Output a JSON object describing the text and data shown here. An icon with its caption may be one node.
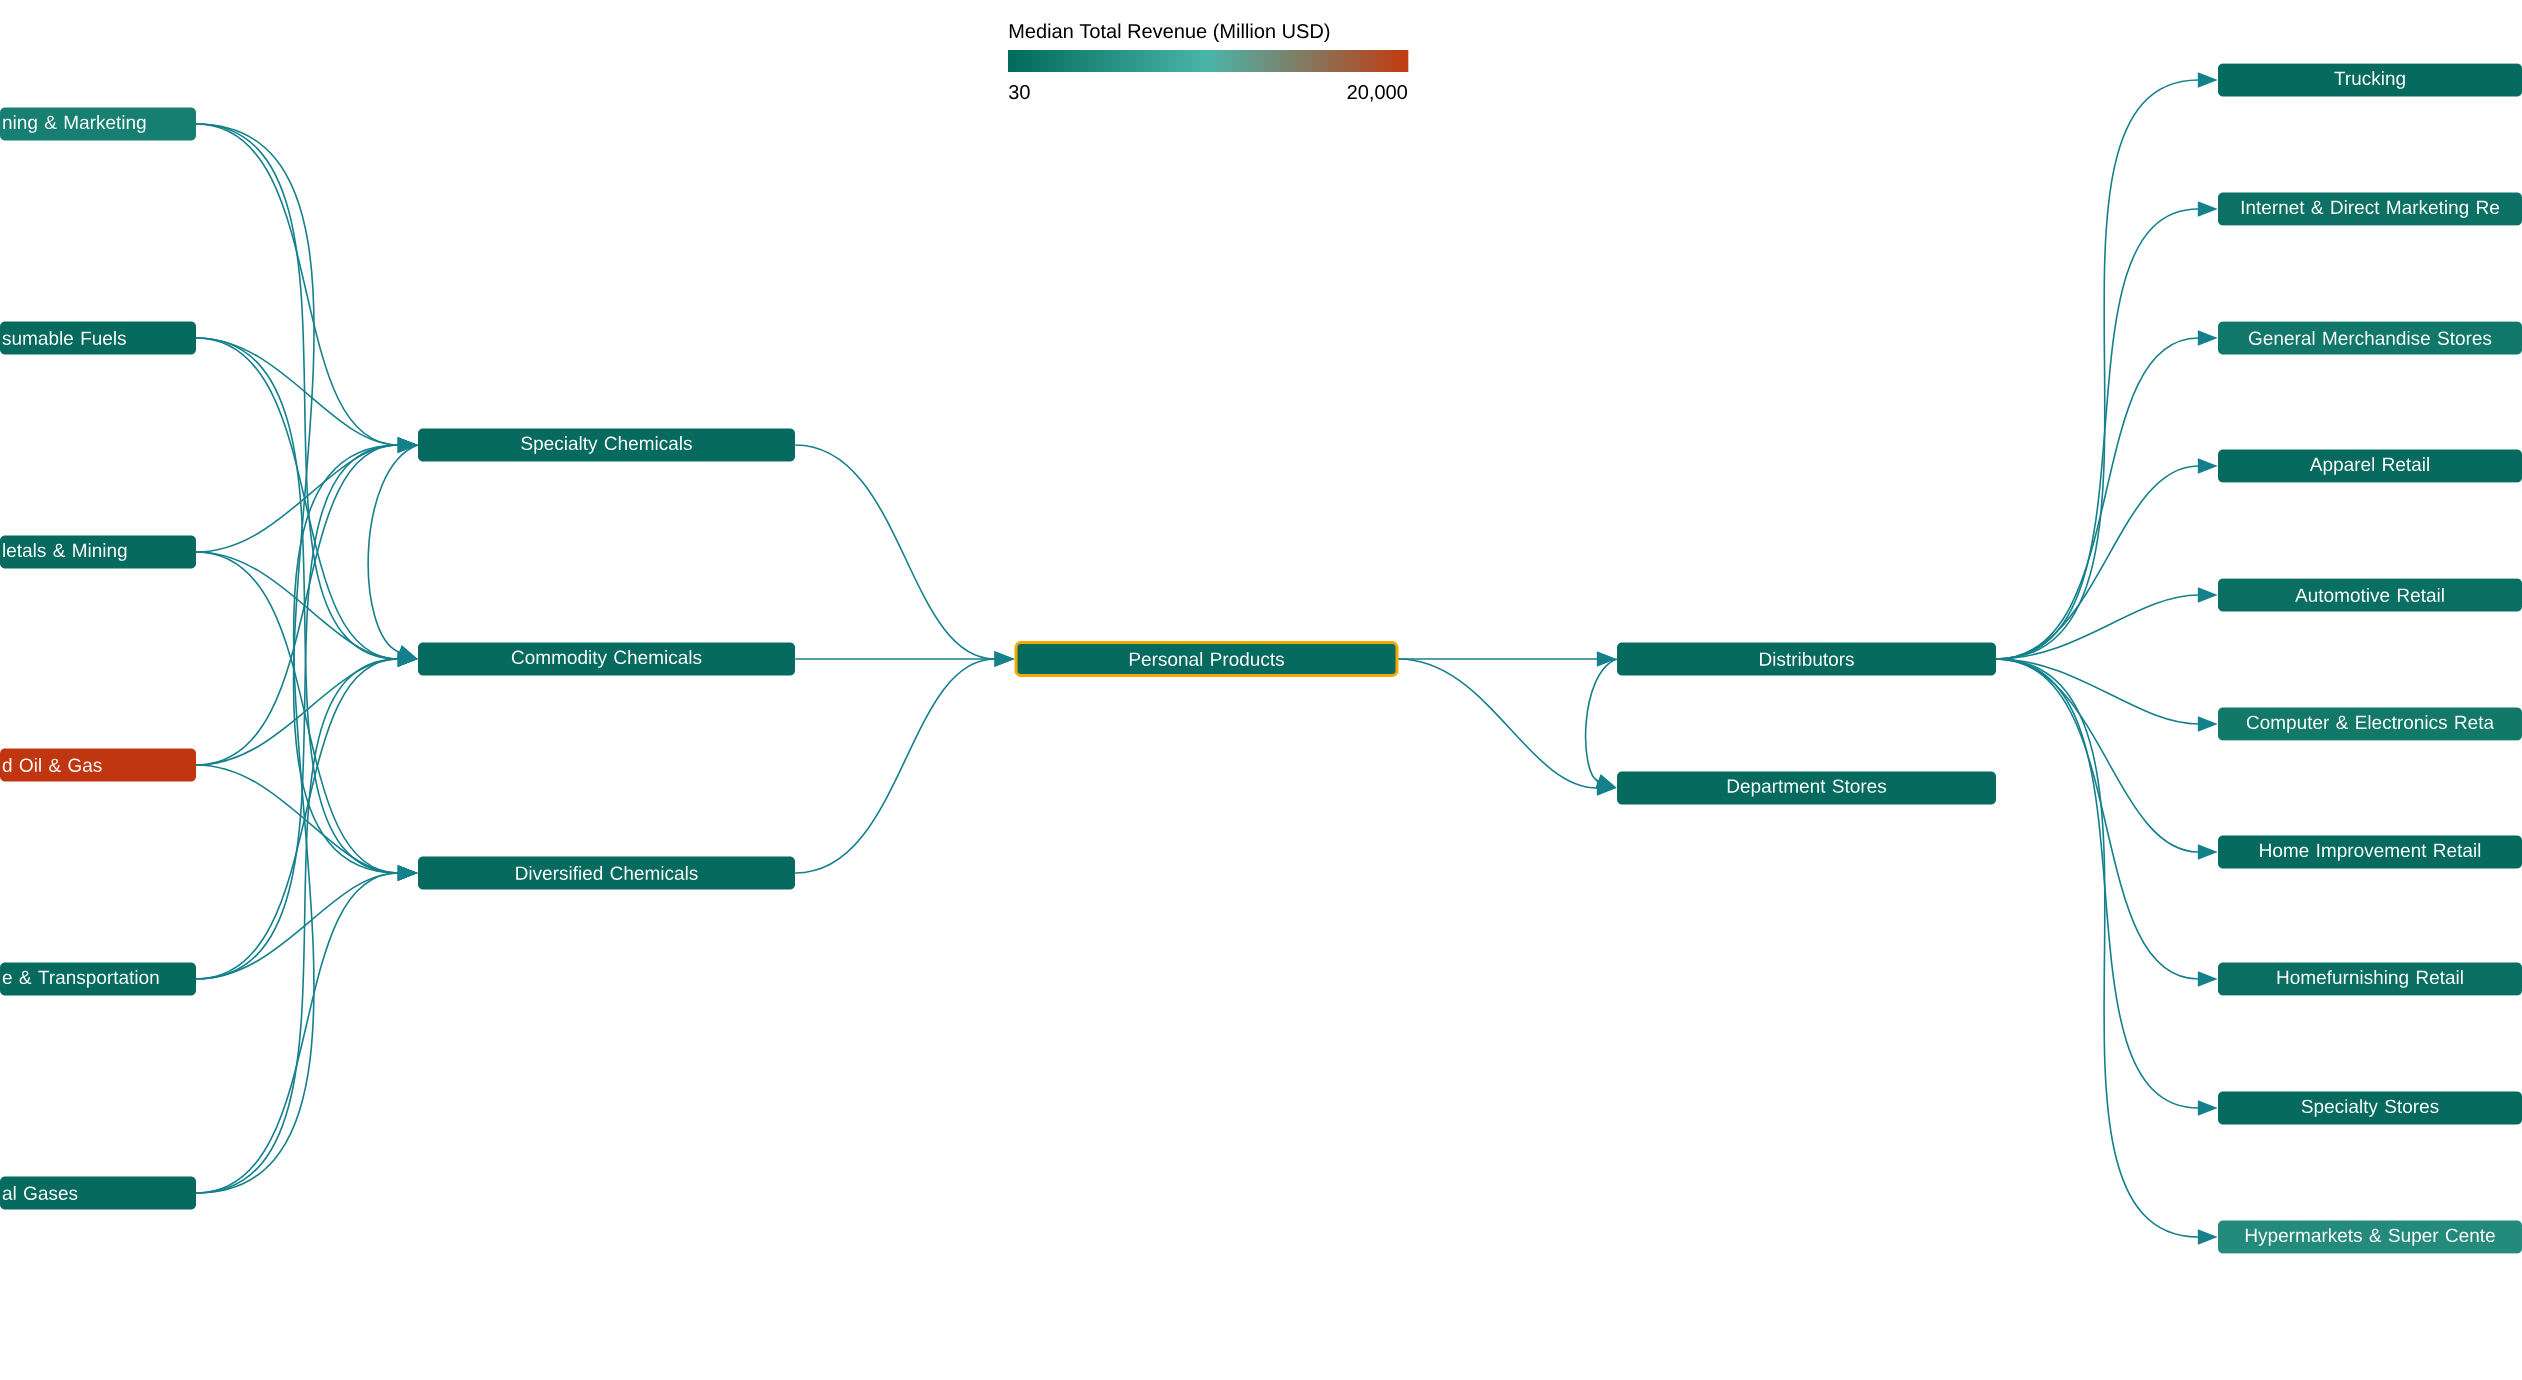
{
  "diagram": {
    "nodes": [
      {
        "text": [
          "ning & Marketing"
        ]
      },
      {
        "text": [
          "sumable Fuels"
        ]
      },
      {
        "text": [
          "letals & Mining"
        ]
      },
      {
        "text": [
          "d Oil & Gas"
        ]
      },
      {
        "text": [
          "e & Transportation"
        ]
      },
      {
        "text": [
          "al Gases"
        ]
      },
      {
        "text": [
          "Specialty Chemicals"
        ]
      },
      {
        "text": [
          "Commodity Chemicals"
        ]
      },
      {
        "text": [
          "Diversified Chemicals"
        ]
      },
      {
        "text": [
          "Personal Products"
        ]
      },
      {
        "text": [
          "Distributors"
        ]
      },
      {
        "text": [
          "Department Stores"
        ]
      },
      {
        "text": [
          "Trucking"
        ]
      },
      {
        "text": [
          "Internet & Direct Marketing Re"
        ]
      },
      {
        "text": [
          "General Merchandise Stores"
        ]
      },
      {
        "text": [
          "Apparel Retail"
        ]
      },
      {
        "text": [
          "Automotive Retail"
        ]
      },
      {
        "text": [
          "Computer & Electronics Reta"
        ]
      },
      {
        "text": [
          "Home Improvement Retail"
        ]
      },
      {
        "text": [
          "Homefurnishing Retail"
        ]
      },
      {
        "text": [
          "Specialty Stores"
        ]
      },
      {
        "text": [
          "Hypermarkets & Super Cente"
        ]
      }
    ],
    "edges": [
      {
        "from": 0,
        "to": 6,
        "arrow": "to"
      },
      {
        "from": 0,
        "to": 7,
        "arrow": "to"
      },
      {
        "from": 0,
        "to": 8,
        "arrow": "to"
      },
      {
        "from": 1,
        "to": 6,
        "arrow": "to"
      },
      {
        "from": 1,
        "to": 7,
        "arrow": "to"
      },
      {
        "from": 1,
        "to": 8,
        "arrow": "to"
      },
      {
        "from": 2,
        "to": 6,
        "arrow": "to"
      },
      {
        "from": 2,
        "to": 7,
        "arrow": "to"
      },
      {
        "from": 2,
        "to": 8,
        "arrow": "to"
      },
      {
        "from": 3,
        "to": 6,
        "arrow": "to"
      },
      {
        "from": 3,
        "to": 7,
        "arrow": "to"
      },
      {
        "from": 3,
        "to": 8,
        "arrow": "to"
      },
      {
        "from": 4,
        "to": 6,
        "arrow": "to"
      },
      {
        "from": 4,
        "to": 7,
        "arrow": "to"
      },
      {
        "from": 4,
        "to": 8,
        "arrow": "to"
      },
      {
        "from": 5,
        "to": 6,
        "arrow": "to"
      },
      {
        "from": 5,
        "to": 7,
        "arrow": "to"
      },
      {
        "from": 5,
        "to": 8,
        "arrow": "to"
      },
      {
        "from": 6,
        "to": 7,
        "arrow": "to"
      },
      {
        "from": 6,
        "to": 9,
        "arrow": "to"
      },
      {
        "from": 7,
        "to": 9,
        "arrow": "to"
      },
      {
        "from": 8,
        "to": 9,
        "arrow": "to"
      },
      {
        "from": 9,
        "to": 10,
        "arrow": "to"
      },
      {
        "from": 9,
        "to": 11,
        "arrow": "to"
      },
      {
        "from": 10,
        "to": 11,
        "arrow": "to"
      },
      {
        "from": 10,
        "to": 12,
        "arrow": "to"
      },
      {
        "from": 10,
        "to": 13,
        "arrow": "to"
      },
      {
        "from": 10,
        "to": 14,
        "arrow": "to"
      },
      {
        "from": 10,
        "to": 15,
        "arrow": "to"
      },
      {
        "from": 10,
        "to": 16,
        "arrow": "to"
      },
      {
        "from": 10,
        "to": 17,
        "arrow": "to"
      },
      {
        "from": 10,
        "to": 18,
        "arrow": "to"
      },
      {
        "from": 10,
        "to": 19,
        "arrow": "to"
      },
      {
        "from": 10,
        "to": 20,
        "arrow": "to"
      },
      {
        "from": 10,
        "to": 21,
        "arrow": "to"
      }
    ],
    "labels": [
      "Median Total Revenue (Million USD)",
      "30",
      "20,000"
    ]
  }
}
